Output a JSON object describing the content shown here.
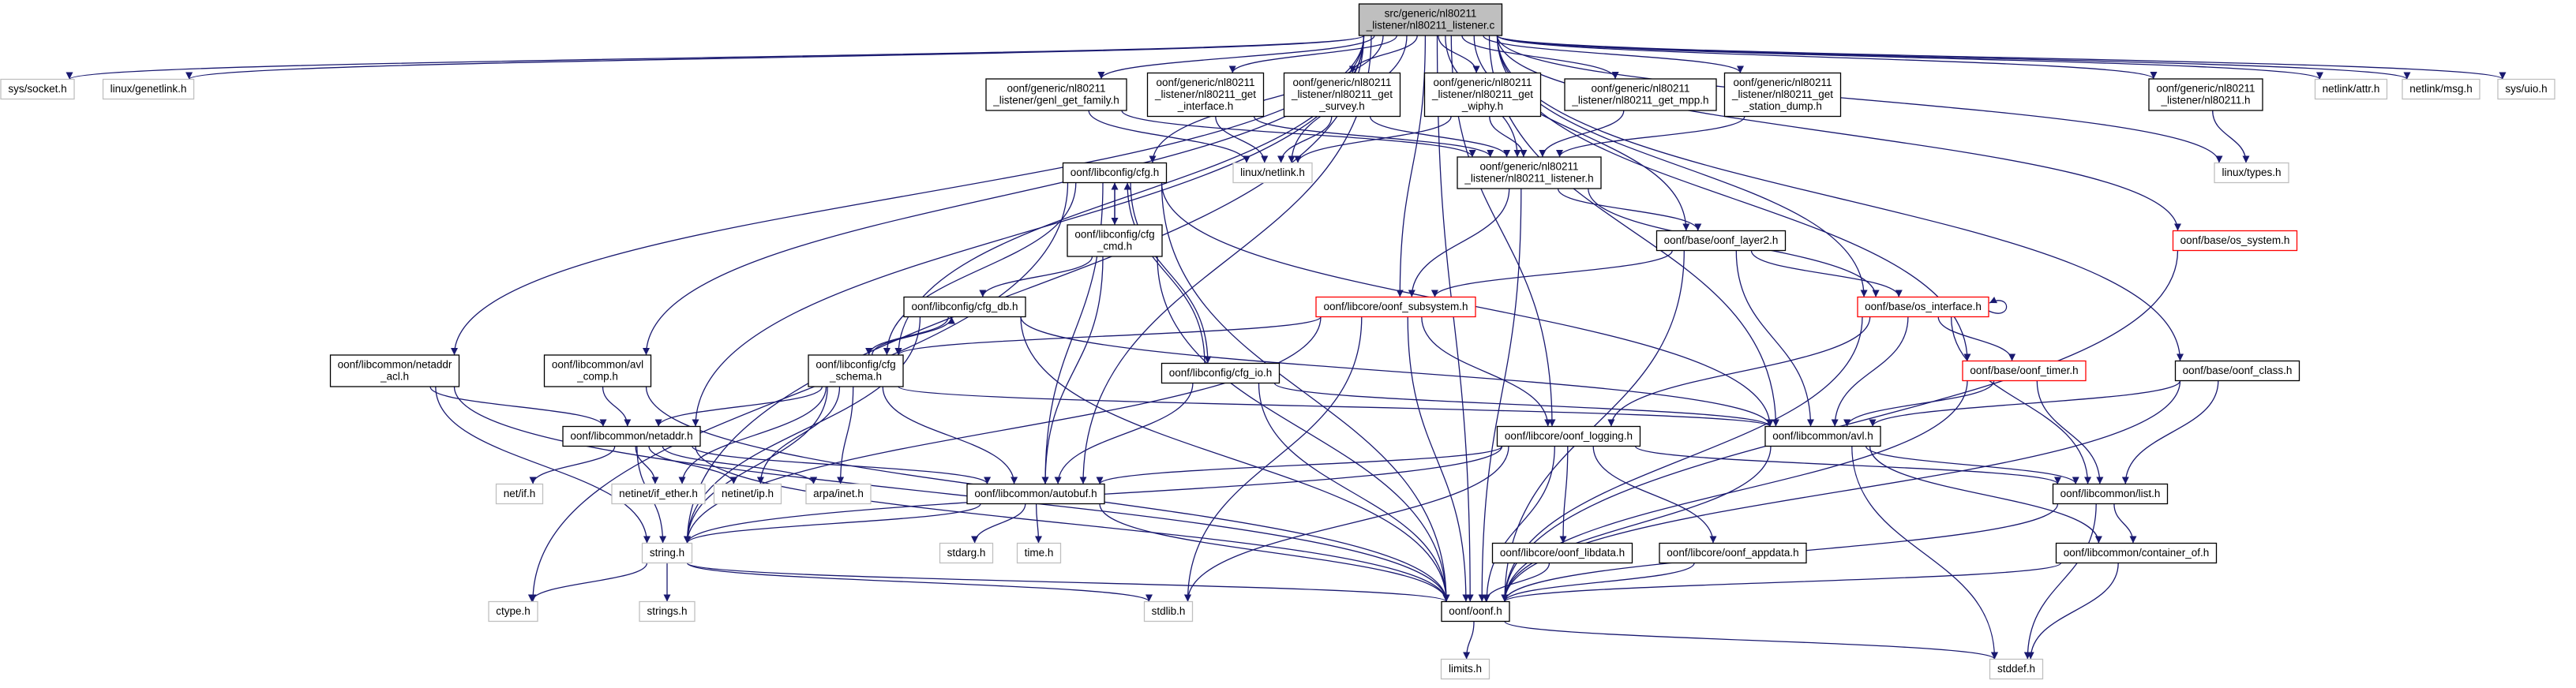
{
  "title": "src/generic/nl80211_listener/nl80211_listener.c",
  "colors": {
    "edge": "#191970",
    "root_fill": "#bfbfbf",
    "border_dark": "#000000",
    "border_grey": "#bfbfbf",
    "border_red": "#ff0000",
    "text": "#000000",
    "text_grey": "#404040"
  },
  "nodes": {
    "root": {
      "lines": [
        "src/generic/nl80211",
        "_listener/nl80211_listener.c"
      ],
      "style": "root"
    },
    "socket": {
      "lines": [
        "sys/socket.h"
      ],
      "style": "grey"
    },
    "genetlink": {
      "lines": [
        "linux/genetlink.h"
      ],
      "style": "grey"
    },
    "genl_family": {
      "lines": [
        "oonf/generic/nl80211",
        "_listener/genl_get_family.h"
      ],
      "style": "dark"
    },
    "get_interface": {
      "lines": [
        "oonf/generic/nl80211",
        "_listener/nl80211_get",
        "_interface.h"
      ],
      "style": "dark"
    },
    "get_survey": {
      "lines": [
        "oonf/generic/nl80211",
        "_listener/nl80211_get",
        "_survey.h"
      ],
      "style": "dark"
    },
    "get_wiphy": {
      "lines": [
        "oonf/generic/nl80211",
        "_listener/nl80211_get",
        "_wiphy.h"
      ],
      "style": "dark"
    },
    "get_mpp": {
      "lines": [
        "oonf/generic/nl80211",
        "_listener/nl80211_get_mpp.h"
      ],
      "style": "dark"
    },
    "station_dump": {
      "lines": [
        "oonf/generic/nl80211",
        "_listener/nl80211_get",
        "_station_dump.h"
      ],
      "style": "dark"
    },
    "nl_h": {
      "lines": [
        "oonf/generic/nl80211",
        "_listener/nl80211.h"
      ],
      "style": "dark"
    },
    "attr": {
      "lines": [
        "netlink/attr.h"
      ],
      "style": "grey"
    },
    "msg": {
      "lines": [
        "netlink/msg.h"
      ],
      "style": "grey"
    },
    "uio": {
      "lines": [
        "sys/uio.h"
      ],
      "style": "grey"
    },
    "netlink": {
      "lines": [
        "linux/netlink.h"
      ],
      "style": "grey"
    },
    "listener": {
      "lines": [
        "oonf/generic/nl80211",
        "_listener/nl80211_listener.h"
      ],
      "style": "dark"
    },
    "types": {
      "lines": [
        "linux/types.h"
      ],
      "style": "grey"
    },
    "cfg": {
      "lines": [
        "oonf/libconfig/cfg.h"
      ],
      "style": "dark"
    },
    "cfg_cmd": {
      "lines": [
        "oonf/libconfig/cfg",
        "_cmd.h"
      ],
      "style": "dark"
    },
    "layer2": {
      "lines": [
        "oonf/base/oonf_layer2.h"
      ],
      "style": "dark"
    },
    "os_system": {
      "lines": [
        "oonf/base/os_system.h"
      ],
      "style": "red"
    },
    "cfg_db": {
      "lines": [
        "oonf/libconfig/cfg_db.h"
      ],
      "style": "dark"
    },
    "subsystem": {
      "lines": [
        "oonf/libcore/oonf_subsystem.h"
      ],
      "style": "red"
    },
    "os_interface": {
      "lines": [
        "oonf/base/os_interface.h"
      ],
      "style": "red"
    },
    "netaddr_acl": {
      "lines": [
        "oonf/libcommon/netaddr",
        "_acl.h"
      ],
      "style": "dark"
    },
    "avl_comp": {
      "lines": [
        "oonf/libcommon/avl",
        "_comp.h"
      ],
      "style": "dark"
    },
    "cfg_schema": {
      "lines": [
        "oonf/libconfig/cfg",
        "_schema.h"
      ],
      "style": "dark"
    },
    "cfg_io": {
      "lines": [
        "oonf/libconfig/cfg_io.h"
      ],
      "style": "dark"
    },
    "oonf_timer": {
      "lines": [
        "oonf/base/oonf_timer.h"
      ],
      "style": "red"
    },
    "oonf_class": {
      "lines": [
        "oonf/base/oonf_class.h"
      ],
      "style": "dark"
    },
    "netaddr": {
      "lines": [
        "oonf/libcommon/netaddr.h"
      ],
      "style": "dark"
    },
    "oonf_logging": {
      "lines": [
        "oonf/libcore/oonf_logging.h"
      ],
      "style": "dark"
    },
    "avl": {
      "lines": [
        "oonf/libcommon/avl.h"
      ],
      "style": "dark"
    },
    "net_if": {
      "lines": [
        "net/if.h"
      ],
      "style": "grey"
    },
    "if_ether": {
      "lines": [
        "netinet/if_ether.h"
      ],
      "style": "grey"
    },
    "netinet_ip": {
      "lines": [
        "netinet/ip.h"
      ],
      "style": "grey"
    },
    "arpa_inet": {
      "lines": [
        "arpa/inet.h"
      ],
      "style": "grey"
    },
    "autobuf": {
      "lines": [
        "oonf/libcommon/autobuf.h"
      ],
      "style": "dark"
    },
    "list": {
      "lines": [
        "oonf/libcommon/list.h"
      ],
      "style": "dark"
    },
    "string": {
      "lines": [
        "string.h"
      ],
      "style": "grey"
    },
    "stdarg": {
      "lines": [
        "stdarg.h"
      ],
      "style": "grey"
    },
    "time": {
      "lines": [
        "time.h"
      ],
      "style": "grey"
    },
    "libdata": {
      "lines": [
        "oonf/libcore/oonf_libdata.h"
      ],
      "style": "dark"
    },
    "appdata": {
      "lines": [
        "oonf/libcore/oonf_appdata.h"
      ],
      "style": "dark"
    },
    "container_of": {
      "lines": [
        "oonf/libcommon/container_of.h"
      ],
      "style": "dark"
    },
    "ctype": {
      "lines": [
        "ctype.h"
      ],
      "style": "grey"
    },
    "strings": {
      "lines": [
        "strings.h"
      ],
      "style": "grey"
    },
    "stdlib": {
      "lines": [
        "stdlib.h"
      ],
      "style": "grey"
    },
    "oonf": {
      "lines": [
        "oonf/oonf.h"
      ],
      "style": "dark"
    },
    "limits": {
      "lines": [
        "limits.h"
      ],
      "style": "grey"
    },
    "stddef": {
      "lines": [
        "stddef.h"
      ],
      "style": "grey"
    }
  },
  "edges": [
    [
      "root",
      "socket"
    ],
    [
      "root",
      "genetlink"
    ],
    [
      "root",
      "genl_family"
    ],
    [
      "root",
      "get_interface"
    ],
    [
      "root",
      "get_survey"
    ],
    [
      "root",
      "get_wiphy"
    ],
    [
      "root",
      "get_mpp"
    ],
    [
      "root",
      "station_dump"
    ],
    [
      "root",
      "nl_h"
    ],
    [
      "root",
      "attr"
    ],
    [
      "root",
      "msg"
    ],
    [
      "root",
      "uio"
    ],
    [
      "root",
      "netlink"
    ],
    [
      "root",
      "listener"
    ],
    [
      "root",
      "types"
    ],
    [
      "root",
      "cfg"
    ],
    [
      "root",
      "layer2"
    ],
    [
      "root",
      "os_system"
    ],
    [
      "root",
      "subsystem"
    ],
    [
      "root",
      "os_interface"
    ],
    [
      "root",
      "netaddr_acl"
    ],
    [
      "root",
      "avl_comp"
    ],
    [
      "root",
      "cfg_schema"
    ],
    [
      "root",
      "oonf_timer"
    ],
    [
      "root",
      "oonf_class"
    ],
    [
      "root",
      "netaddr"
    ],
    [
      "root",
      "oonf_logging"
    ],
    [
      "root",
      "avl"
    ],
    [
      "root",
      "autobuf"
    ],
    [
      "root",
      "string"
    ],
    [
      "root",
      "oonf"
    ],
    [
      "genl_family",
      "netlink"
    ],
    [
      "genl_family",
      "listener"
    ],
    [
      "get_interface",
      "netlink"
    ],
    [
      "get_interface",
      "listener"
    ],
    [
      "get_survey",
      "netlink"
    ],
    [
      "get_survey",
      "listener"
    ],
    [
      "get_wiphy",
      "netlink"
    ],
    [
      "get_wiphy",
      "listener"
    ],
    [
      "get_mpp",
      "listener"
    ],
    [
      "station_dump",
      "listener"
    ],
    [
      "nl_h",
      "types"
    ],
    [
      "listener",
      "layer2"
    ],
    [
      "listener",
      "subsystem"
    ],
    [
      "listener",
      "os_interface"
    ],
    [
      "listener",
      "oonf"
    ],
    [
      "cfg",
      "cfg_cmd"
    ],
    [
      "cfg",
      "cfg_schema"
    ],
    [
      "cfg",
      "cfg_io"
    ],
    [
      "cfg",
      "autobuf"
    ],
    [
      "cfg",
      "avl"
    ],
    [
      "cfg",
      "oonf"
    ],
    [
      "cfg",
      "ctype"
    ],
    [
      "cfg_cmd",
      "cfg"
    ],
    [
      "cfg_cmd",
      "cfg_db"
    ],
    [
      "cfg_cmd",
      "autobuf"
    ],
    [
      "cfg_cmd",
      "oonf"
    ],
    [
      "cfg_db",
      "cfg_schema"
    ],
    [
      "cfg_db",
      "avl"
    ],
    [
      "cfg_db",
      "string"
    ],
    [
      "cfg_db",
      "oonf"
    ],
    [
      "cfg_schema",
      "cfg_db"
    ],
    [
      "cfg_schema",
      "netaddr"
    ],
    [
      "cfg_schema",
      "avl"
    ],
    [
      "cfg_schema",
      "autobuf"
    ],
    [
      "cfg_schema",
      "string"
    ],
    [
      "cfg_schema",
      "if_ether"
    ],
    [
      "cfg_schema",
      "netinet_ip"
    ],
    [
      "cfg_schema",
      "arpa_inet"
    ],
    [
      "cfg_io",
      "cfg"
    ],
    [
      "cfg_io",
      "autobuf"
    ],
    [
      "cfg_io",
      "avl"
    ],
    [
      "cfg_io",
      "oonf"
    ],
    [
      "layer2",
      "subsystem"
    ],
    [
      "layer2",
      "os_interface"
    ],
    [
      "layer2",
      "avl"
    ],
    [
      "layer2",
      "oonf"
    ],
    [
      "subsystem",
      "cfg_schema"
    ],
    [
      "subsystem",
      "oonf_logging"
    ],
    [
      "subsystem",
      "oonf"
    ],
    [
      "subsystem",
      "string"
    ],
    [
      "subsystem",
      "stdlib"
    ],
    [
      "os_interface",
      "os_interface"
    ],
    [
      "os_interface",
      "oonf_timer"
    ],
    [
      "os_interface",
      "oonf_logging"
    ],
    [
      "os_interface",
      "avl"
    ],
    [
      "os_interface",
      "list"
    ],
    [
      "os_interface",
      "oonf"
    ],
    [
      "os_system",
      "oonf"
    ],
    [
      "oonf_timer",
      "avl"
    ],
    [
      "oonf_timer",
      "list"
    ],
    [
      "oonf_timer",
      "oonf"
    ],
    [
      "oonf_class",
      "avl"
    ],
    [
      "oonf_class",
      "list"
    ],
    [
      "oonf_class",
      "oonf"
    ],
    [
      "netaddr_acl",
      "netaddr"
    ],
    [
      "netaddr_acl",
      "string"
    ],
    [
      "netaddr_acl",
      "oonf"
    ],
    [
      "avl_comp",
      "netaddr"
    ],
    [
      "avl_comp",
      "oonf"
    ],
    [
      "netaddr",
      "net_if"
    ],
    [
      "netaddr",
      "if_ether"
    ],
    [
      "netaddr",
      "netinet_ip"
    ],
    [
      "netaddr",
      "arpa_inet"
    ],
    [
      "netaddr",
      "autobuf"
    ],
    [
      "netaddr",
      "string"
    ],
    [
      "netaddr",
      "oonf"
    ],
    [
      "oonf_logging",
      "autobuf"
    ],
    [
      "oonf_logging",
      "list"
    ],
    [
      "oonf_logging",
      "libdata"
    ],
    [
      "oonf_logging",
      "appdata"
    ],
    [
      "oonf_logging",
      "string"
    ],
    [
      "oonf_logging",
      "oonf"
    ],
    [
      "oonf_logging",
      "stdlib"
    ],
    [
      "avl",
      "container_of"
    ],
    [
      "avl",
      "list"
    ],
    [
      "avl",
      "oonf"
    ],
    [
      "avl",
      "stddef"
    ],
    [
      "list",
      "container_of"
    ],
    [
      "list",
      "oonf"
    ],
    [
      "list",
      "stddef"
    ],
    [
      "autobuf",
      "string"
    ],
    [
      "autobuf",
      "stdarg"
    ],
    [
      "autobuf",
      "time"
    ],
    [
      "autobuf",
      "oonf"
    ],
    [
      "string",
      "ctype"
    ],
    [
      "string",
      "strings"
    ],
    [
      "string",
      "stdlib"
    ],
    [
      "string",
      "oonf"
    ],
    [
      "libdata",
      "oonf"
    ],
    [
      "appdata",
      "oonf"
    ],
    [
      "container_of",
      "oonf"
    ],
    [
      "container_of",
      "stddef"
    ],
    [
      "oonf",
      "limits"
    ],
    [
      "oonf",
      "stddef"
    ]
  ]
}
